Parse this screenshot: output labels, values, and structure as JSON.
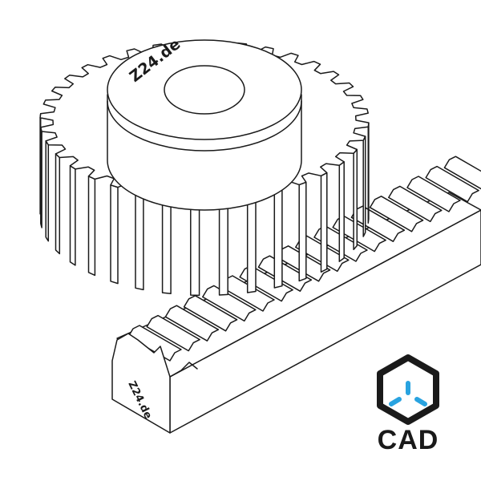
{
  "illustration": {
    "gear_marking": "Z24.de",
    "rack_marking": "Z24.de"
  },
  "badge": {
    "label": "CAD",
    "icon": "cube-icon",
    "colors": {
      "ink": "#1a1a1a",
      "accent": "#29a3e0"
    }
  }
}
